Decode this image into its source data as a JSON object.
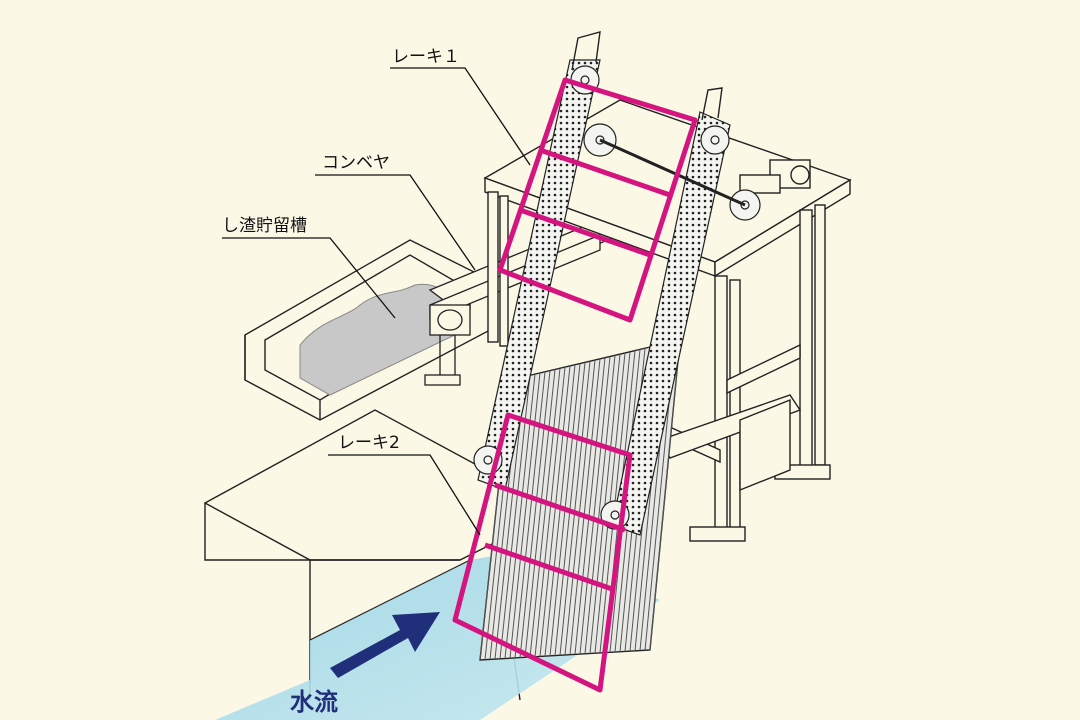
{
  "labels": {
    "rake1": "レーキ１",
    "conveyor": "コンベヤ",
    "tank": "し渣貯留槽",
    "rake2": "レーキ2",
    "waterflow": "水流"
  },
  "colors": {
    "background": "#fbf8e6",
    "rake": "#d4157f",
    "water": "#a9dcea",
    "arrow": "#1f2f7a",
    "debris": "#c8c8c8"
  }
}
